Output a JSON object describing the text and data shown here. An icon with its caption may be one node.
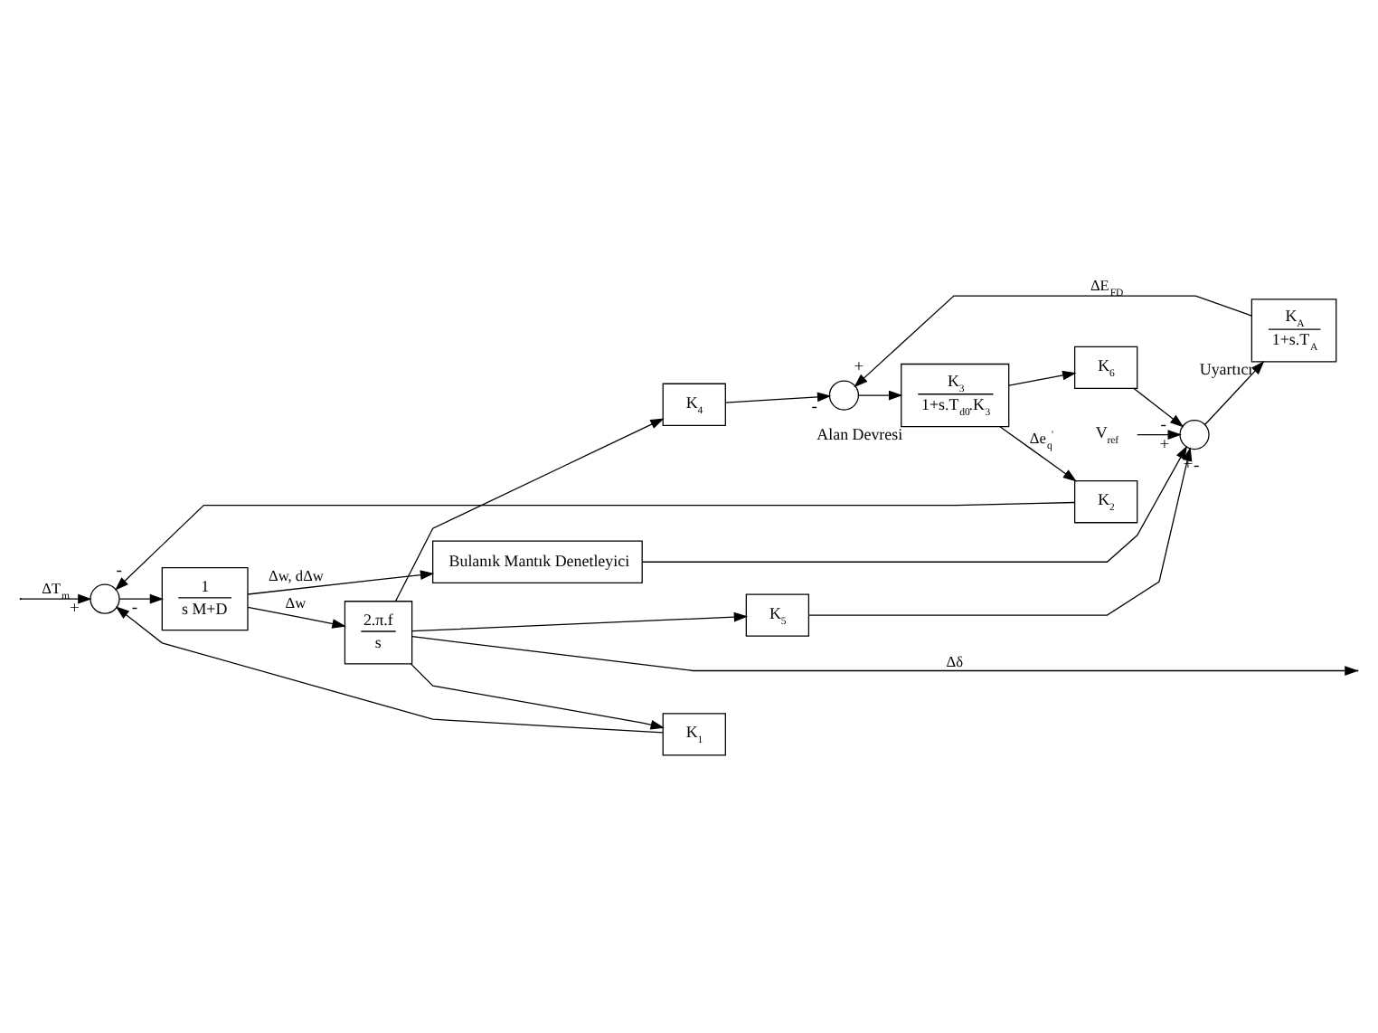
{
  "diagram": {
    "nodes": [
      {
        "text": [],
        "shape": "circle"
      },
      {
        "text": [
          "1",
          "s M+D"
        ]
      },
      {
        "text": [
          "2.π.f",
          "s"
        ]
      },
      {
        "text": [
          "K$_{1}$"
        ]
      },
      {
        "text": [
          "Bulanık Mantık Denetleyici"
        ]
      },
      {
        "text": [
          "K$_{2}$"
        ]
      },
      {
        "text": [
          "K$_{4}$"
        ]
      },
      {
        "text": [
          "K$_{5}$"
        ]
      },
      {
        "text": [],
        "shape": "circle"
      },
      {
        "text": [
          "K$_{3}$",
          "1+s.T$_{d0}$.K$_{3}$"
        ],
        "beside": [
          "Alan Devresi"
        ]
      },
      {
        "text": [
          "K$_{A}$",
          "1+s.T$_{A}$"
        ],
        "beside": [
          "Uyartıcı"
        ]
      },
      {
        "text": [],
        "shape": "circle"
      },
      {
        "text": [
          "K$_{6}$"
        ]
      },
      {
        "text": [
          "V$_{ref}$"
        ]
      }
    ],
    "edges": [
      {
        "from": null,
        "to": 0,
        "arrow": "to",
        "label": "ΔT$_{m}$"
      },
      {
        "from": 0,
        "to": 1,
        "arrow": "to"
      },
      {
        "from": 1,
        "to": 2,
        "arrow": "to",
        "label": "Δw"
      },
      {
        "from": 1,
        "to": 4,
        "arrow": "to",
        "label": "Δw, dΔw"
      },
      {
        "from": 2,
        "to": 3,
        "arrow": "to"
      },
      {
        "from": 3,
        "to": 0,
        "arrow": "to"
      },
      {
        "from": 2,
        "to": null,
        "arrow": "to",
        "label": "Δδ"
      },
      {
        "from": 2,
        "to": 6,
        "arrow": "to"
      },
      {
        "from": 2,
        "to": 7,
        "arrow": "to"
      },
      {
        "from": 4,
        "to": 11,
        "arrow": "to"
      },
      {
        "from": 5,
        "to": 0,
        "arrow": "to"
      },
      {
        "from": 6,
        "to": 8,
        "arrow": "to"
      },
      {
        "from": 7,
        "to": 11,
        "arrow": "to"
      },
      {
        "from": 11,
        "to": 10,
        "arrow": "to"
      },
      {
        "from": 10,
        "to": 8,
        "arrow": "to",
        "label": "ΔE$_{FD}$"
      },
      {
        "from": 8,
        "to": 9,
        "arrow": "to"
      },
      {
        "from": 9,
        "to": 5,
        "arrow": "to",
        "label": "Δe$_{q}$$^{'}$"
      },
      {
        "from": 9,
        "to": 12,
        "arrow": "to"
      },
      {
        "from": 12,
        "to": 11,
        "arrow": "to"
      },
      {
        "from": 13,
        "to": 11,
        "arrow": "to"
      }
    ],
    "labels": [
      "+",
      "-",
      "-",
      "-",
      "+",
      "-",
      "+",
      "+",
      "-"
    ]
  }
}
